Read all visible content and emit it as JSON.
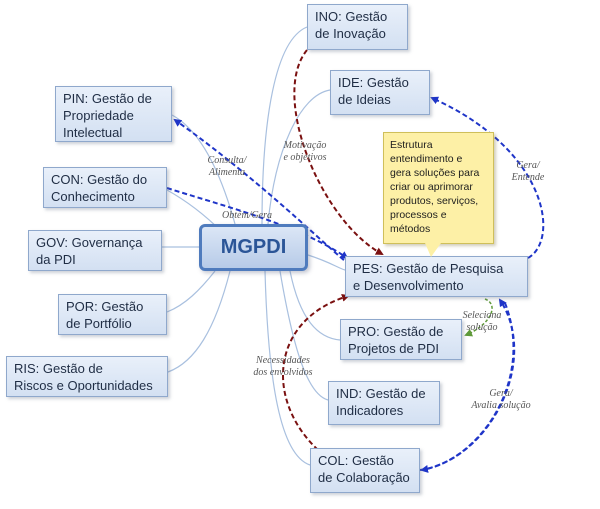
{
  "center": {
    "label": "MGPDI"
  },
  "left_nodes": {
    "pin": "PIN: Gestão de\nPropriedade\nIntelectual",
    "con": "CON: Gestão do\nConhecimento",
    "gov": "GOV: Governança\nda PDI",
    "por": "POR: Gestão\nde Portfólio",
    "ris": "RIS: Gestão de\nRiscos e Oportunidades"
  },
  "right_nodes": {
    "ino": "INO: Gestão\nde Inovação",
    "ide": "IDE: Gestão\nde Ideias",
    "pes": "PES: Gestão de Pesquisa\ne Desenvolvimento",
    "pro": "PRO: Gestão de\nProjetos de PDI",
    "ind": "IND: Gestão de\nIndicadores",
    "col": "COL: Gestão\nde Colaboração"
  },
  "callout": "Estrutura\nentendimento e\ngera soluções para\ncriar ou aprimorar\nprodutos, serviços,\nprocessos e\nmétodos",
  "edge_labels": {
    "consulta": "Consulta/\nAlimenta",
    "obtem": "Obtém/Gera",
    "motivacao": "Motivação\ne objetivos",
    "gera_entende": "Gera/\nEntende",
    "seleciona": "Seleciona\nsolução",
    "necessidades": "Necessidades\ndos envolvidos",
    "gera_avalia": "Gera/\nAvalia solução"
  },
  "colors": {
    "blue_arrow": "#1f35c8",
    "red_arrow": "#7a1010",
    "green_arrow": "#5f9a3a",
    "connector": "#a9c0df"
  }
}
